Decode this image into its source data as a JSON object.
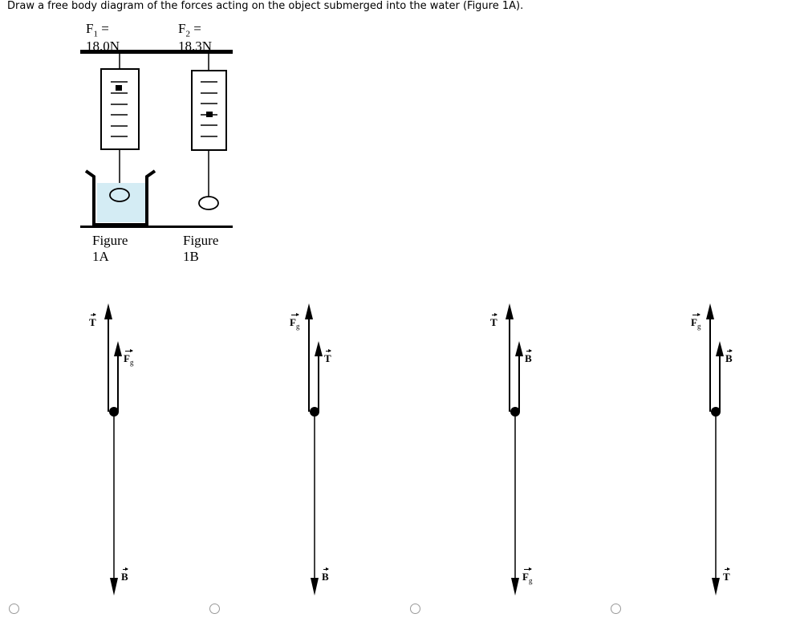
{
  "question": "Draw a free body diagram of the forces acting on the object submerged into the water (Figure 1A).",
  "figure": {
    "f1_label": "F",
    "f1_sub": "1",
    "f1_value": " = 18.0N",
    "f2_label": "F",
    "f2_sub": "2",
    "f2_value": " = 18.3N",
    "caption_a": "Figure 1A",
    "caption_b": "Figure 1B",
    "water_color": "#d4ecf4"
  },
  "options": [
    {
      "long_up": {
        "sym": "T",
        "sub": ""
      },
      "short_up": {
        "sym": "F",
        "sub": "g"
      },
      "down": {
        "sym": "B",
        "sub": ""
      }
    },
    {
      "long_up": {
        "sym": "F",
        "sub": "g"
      },
      "short_up": {
        "sym": "T",
        "sub": ""
      },
      "down": {
        "sym": "B",
        "sub": ""
      }
    },
    {
      "long_up": {
        "sym": "T",
        "sub": ""
      },
      "short_up": {
        "sym": "B",
        "sub": ""
      },
      "down": {
        "sym": "F",
        "sub": "g"
      }
    },
    {
      "long_up": {
        "sym": "F",
        "sub": "g"
      },
      "short_up": {
        "sym": "B",
        "sub": ""
      },
      "down": {
        "sym": "T",
        "sub": ""
      }
    }
  ]
}
